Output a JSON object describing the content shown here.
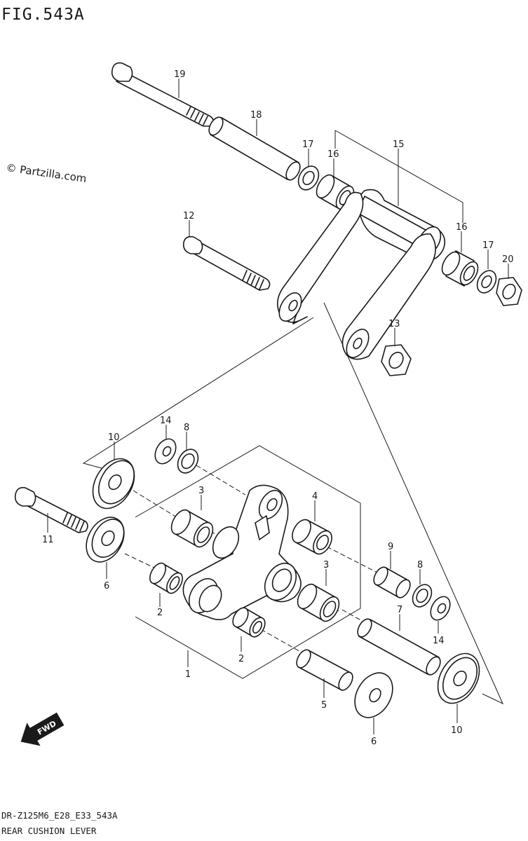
{
  "figure": {
    "title": "FIG.543A"
  },
  "watermark": {
    "text": "© Partzilla.com"
  },
  "footer": {
    "code": "DR-Z125M6_E28_E33_543A",
    "caption": "REAR CUSHION LEVER"
  },
  "fwd_arrow": {
    "label": "FWD"
  },
  "callouts": [
    {
      "id": "c19a",
      "label": "19"
    },
    {
      "id": "c18a",
      "label": "18"
    },
    {
      "id": "c17a",
      "label": "17"
    },
    {
      "id": "c16a",
      "label": "16"
    },
    {
      "id": "c15a",
      "label": "15"
    },
    {
      "id": "c16b",
      "label": "16"
    },
    {
      "id": "c17b",
      "label": "17"
    },
    {
      "id": "c20a",
      "label": "20"
    },
    {
      "id": "c12a",
      "label": "12"
    },
    {
      "id": "c13a",
      "label": "13"
    },
    {
      "id": "c10a",
      "label": "10"
    },
    {
      "id": "c14a",
      "label": "14"
    },
    {
      "id": "c8a",
      "label": "8"
    },
    {
      "id": "c3a",
      "label": "3"
    },
    {
      "id": "c4a",
      "label": "4"
    },
    {
      "id": "c11a",
      "label": "11"
    },
    {
      "id": "c6a",
      "label": "6"
    },
    {
      "id": "c2a",
      "label": "2"
    },
    {
      "id": "c3b",
      "label": "3"
    },
    {
      "id": "c9a",
      "label": "9"
    },
    {
      "id": "c8b",
      "label": "8"
    },
    {
      "id": "c7a",
      "label": "7"
    },
    {
      "id": "c14b",
      "label": "14"
    },
    {
      "id": "c2b",
      "label": "2"
    },
    {
      "id": "c1a",
      "label": "1"
    },
    {
      "id": "c5a",
      "label": "5"
    },
    {
      "id": "c10b",
      "label": "10"
    },
    {
      "id": "c6b",
      "label": "6"
    }
  ]
}
